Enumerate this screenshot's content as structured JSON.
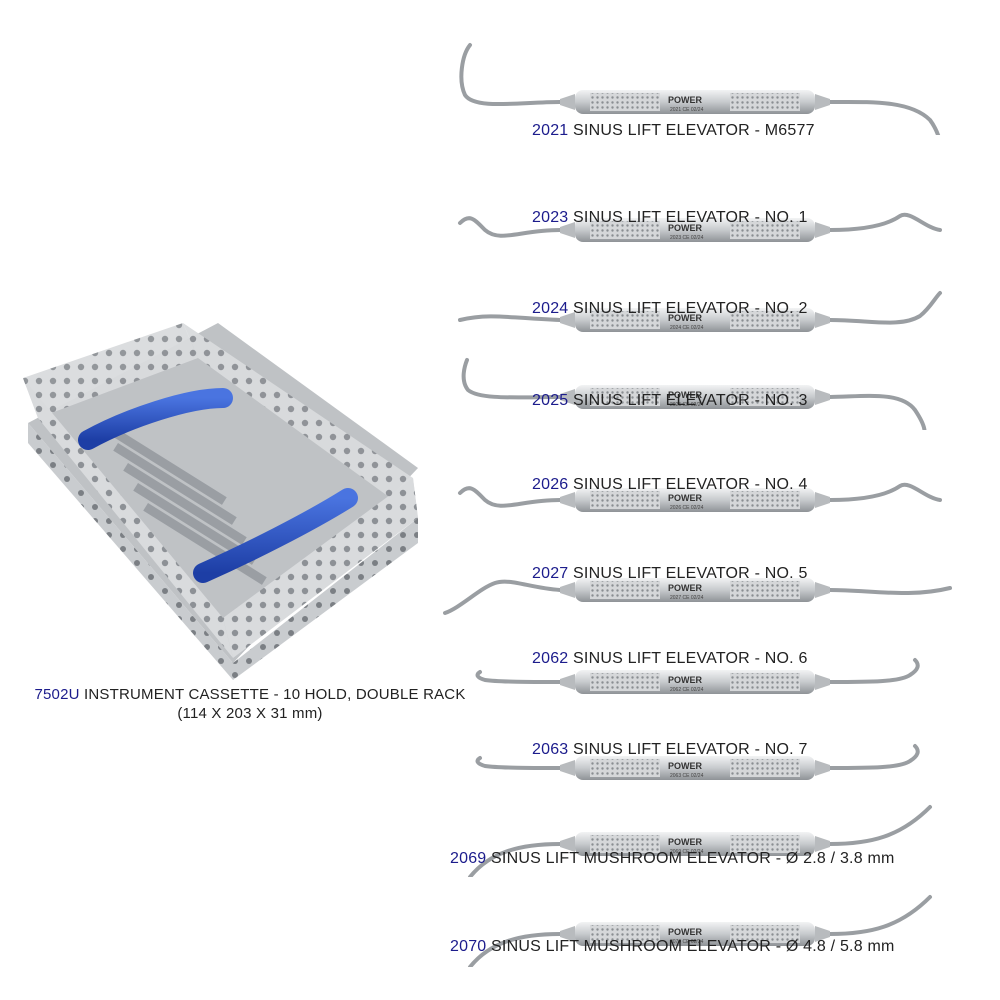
{
  "cassette": {
    "code": "7502U",
    "name": "INSTRUMENT CASSETTE - 10 HOLD, DOUBLE RACK",
    "dimensions": "(114 X 203 X 31 mm)",
    "handle_color": "#2a55c8"
  },
  "instruments": [
    {
      "code": "2021",
      "name": "SINUS LIFT ELEVATOR - M6577",
      "handle_text": "2021 CE 02/24",
      "tip": "curve-large"
    },
    {
      "code": "2023",
      "name": "SINUS LIFT ELEVATOR - NO. 1",
      "handle_text": "2023 CE 02/24",
      "tip": "s-curve"
    },
    {
      "code": "2024",
      "name": "SINUS LIFT ELEVATOR - NO. 2",
      "handle_text": "2024 CE 02/24",
      "tip": "paddle"
    },
    {
      "code": "2025",
      "name": "SINUS LIFT ELEVATOR - NO. 3",
      "handle_text": "2025 CE 02/24",
      "tip": "hook"
    },
    {
      "code": "2026",
      "name": "SINUS LIFT ELEVATOR - NO. 4",
      "handle_text": "2026 CE 02/24",
      "tip": "s-curve"
    },
    {
      "code": "2027",
      "name": "SINUS LIFT ELEVATOR - NO. 5",
      "handle_text": "2027 CE 02/24",
      "tip": "spoon"
    },
    {
      "code": "2062",
      "name": "SINUS LIFT ELEVATOR - NO. 6",
      "handle_text": "2062 CE 02/24",
      "tip": "small-hook"
    },
    {
      "code": "2063",
      "name": "SINUS LIFT ELEVATOR - NO. 7",
      "handle_text": "2063 CE 02/24",
      "tip": "small-hook"
    },
    {
      "code": "2069",
      "name": "SINUS LIFT MUSHROOM ELEVATOR - Ø 2.8 / 3.8 mm",
      "handle_text": "2069 CE 02/24",
      "tip": "mushroom"
    },
    {
      "code": "2070",
      "name": "SINUS LIFT MUSHROOM ELEVATOR - Ø 4.8 / 5.8 mm",
      "handle_text": "2070 CE 02/24",
      "tip": "mushroom"
    }
  ],
  "brand": "POWER",
  "code_color": "#1c1c8c"
}
